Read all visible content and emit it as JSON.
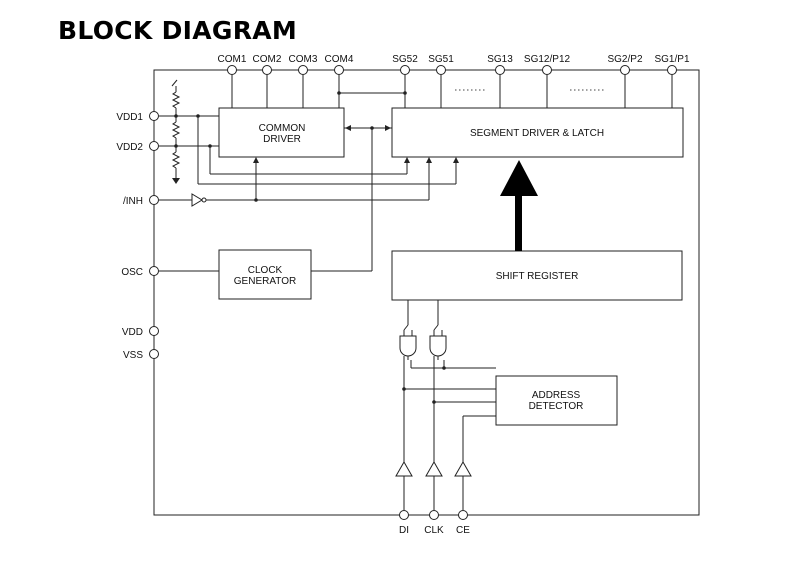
{
  "title": "BLOCK DIAGRAM",
  "top_pins": {
    "com1": "COM1",
    "com2": "COM2",
    "com3": "COM3",
    "com4": "COM4",
    "sg52": "SG52",
    "sg51": "SG51",
    "sg13": "SG13",
    "sg12": "SG12/P12",
    "sg2": "SG2/P2",
    "sg1": "SG1/P1"
  },
  "left_pins": {
    "vdd1": "VDD1",
    "vdd2": "VDD2",
    "inh": "/INH",
    "osc": "OSC",
    "vdd": "VDD",
    "vss": "VSS"
  },
  "bottom_pins": {
    "di": "DI",
    "clk": "CLK",
    "ce": "CE"
  },
  "blocks": {
    "common_driver_1": "COMMON",
    "common_driver_2": "DRIVER",
    "segment_driver": "SEGMENT DRIVER & LATCH",
    "clock_gen_1": "CLOCK",
    "clock_gen_2": "GENERATOR",
    "shift_register": "SHIFT REGISTER",
    "address_detector_1": "ADDRESS",
    "address_detector_2": "DETECTOR"
  }
}
